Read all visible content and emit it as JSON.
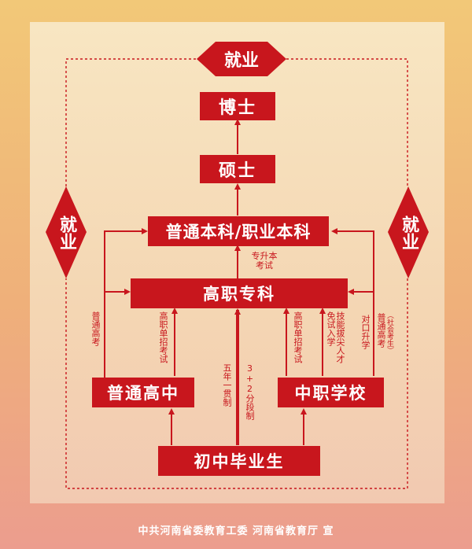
{
  "employment": {
    "top": "就业",
    "left": "就业",
    "right": "就业"
  },
  "levels": {
    "doctor": "博士",
    "master": "硕士",
    "bachelor": "普通本科/职业本科",
    "vocational_college": "高职专科",
    "high_school": "普通高中",
    "vocational_school": "中职学校",
    "junior_graduate": "初中毕业生"
  },
  "paths": {
    "upgrade_exam": "专升本考试",
    "left_gaokao": "普通高考",
    "hs_single_exam": "高职单招考试",
    "five_year": "五年一贯制",
    "three_two": "3+2分段制",
    "vs_single_exam": "高职单招考试",
    "exempt_admission": "技能拔尖人才免试入学",
    "counterpart_promotion": "对口升学",
    "right_gaokao": "普通高考",
    "social_candidate": "（社会考生）"
  },
  "footer": "中共河南省委教育工委  河南省教育厅  宣",
  "colors": {
    "primary": "#c8161d",
    "background": "#f2c878"
  }
}
